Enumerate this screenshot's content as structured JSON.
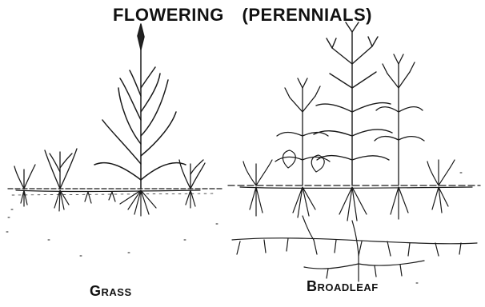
{
  "title": {
    "part1": "FLOWERING",
    "part2": "(PERENNIALS)"
  },
  "labels": {
    "grass": "Grass",
    "broadleaf": "Broadleaf"
  }
}
